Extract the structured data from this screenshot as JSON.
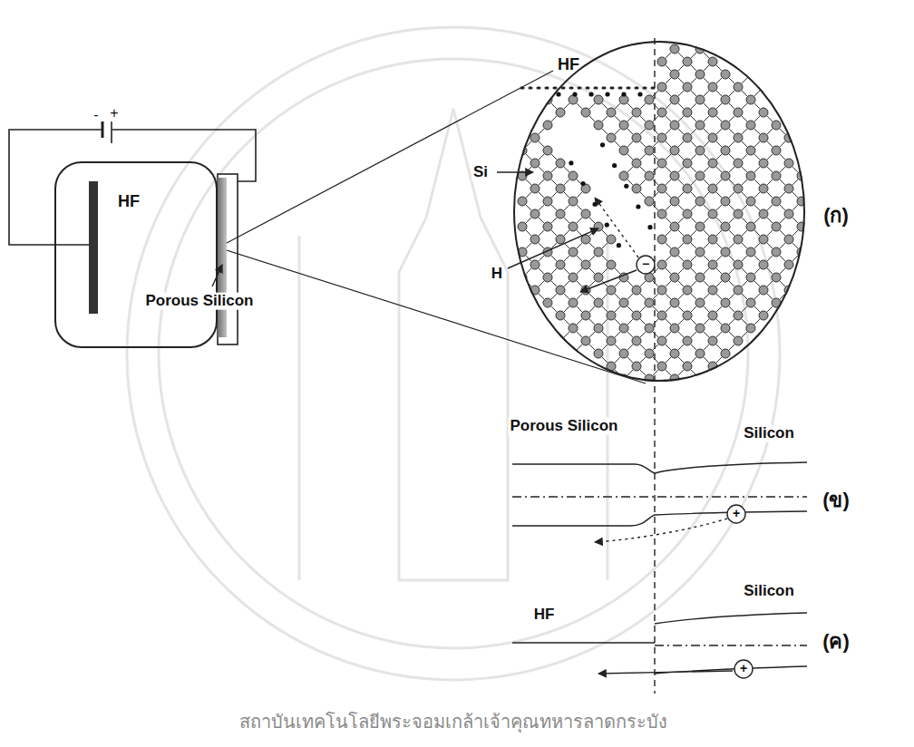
{
  "diagram": {
    "nodes": [
      {
        "text": [
          "HF"
        ]
      },
      {
        "text": [
          "HF"
        ]
      }
    ],
    "labels": [
      "-",
      "+",
      "Porous Silicon",
      "Si",
      "H",
      "−",
      "(ก)",
      "Porous Silicon",
      "Silicon",
      "+",
      "(ข)",
      "Silicon",
      "HF",
      "+",
      "(ค)",
      "สถาบันเทคโนโลยีพระจอมเกล้าเจ้าคุณทหารลาดกระบัง"
    ]
  }
}
